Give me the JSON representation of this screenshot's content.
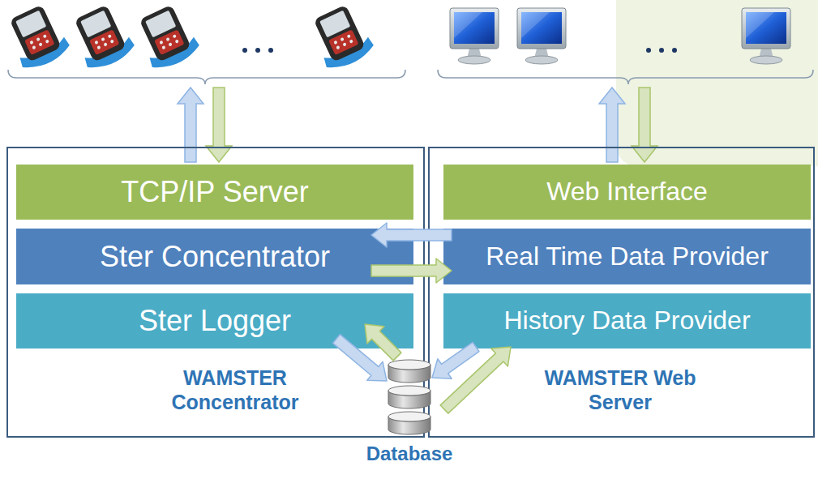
{
  "diagram": {
    "nodes": [
      {
        "text": [
          "WAMSTER Concentrator"
        ]
      },
      {
        "text": [
          "TCP/IP Server"
        ],
        "in": 0
      },
      {
        "text": [
          "Ster Concentrator"
        ],
        "in": 0
      },
      {
        "text": [
          "Ster Logger"
        ],
        "in": 0
      },
      {
        "text": [
          "WAMSTER Web Server"
        ]
      },
      {
        "text": [
          "Web Interface"
        ],
        "in": 4
      },
      {
        "text": [
          "Real Time Data Provider"
        ],
        "in": 4
      },
      {
        "text": [
          "History Data Provider"
        ],
        "in": 4
      },
      {
        "text": [
          "Database"
        ]
      }
    ],
    "edges": [
      {
        "from": 6,
        "to": 2,
        "arrow": "to"
      },
      {
        "from": 2,
        "to": 6,
        "arrow": "to"
      },
      {
        "from": 3,
        "to": 8,
        "arrow": "to"
      },
      {
        "from": 8,
        "to": 3,
        "arrow": "to"
      },
      {
        "from": 7,
        "to": 8,
        "arrow": "to"
      },
      {
        "from": 8,
        "to": 7,
        "arrow": "to"
      }
    ]
  }
}
